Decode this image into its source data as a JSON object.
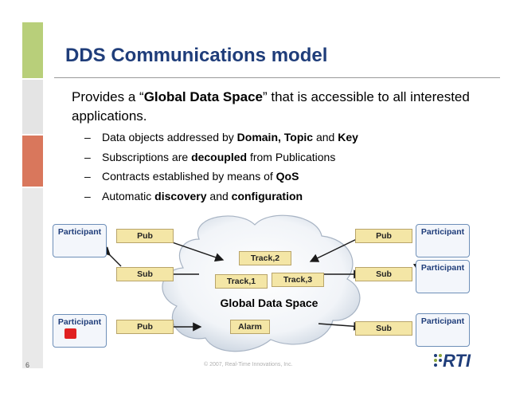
{
  "slide": {
    "title": "DDS Communications model",
    "lead_prefix": "Provides a “",
    "lead_bold": "Global Data Space",
    "lead_suffix": "” that is accessible to all interested applications.",
    "page_number": "6",
    "copyright": "© 2007, Real-Time Innovations, Inc.",
    "logo_text": "RTI"
  },
  "bullets": [
    {
      "parts": [
        {
          "text": "Data objects addressed by ",
          "bold": false
        },
        {
          "text": "Domain, Topic",
          "bold": true
        },
        {
          "text": " and ",
          "bold": false
        },
        {
          "text": "Key",
          "bold": true
        }
      ]
    },
    {
      "parts": [
        {
          "text": "Subscriptions are ",
          "bold": false
        },
        {
          "text": "decoupled",
          "bold": true
        },
        {
          "text": " from Publications",
          "bold": false
        }
      ]
    },
    {
      "parts": [
        {
          "text": "Contracts established by means of ",
          "bold": false
        },
        {
          "text": "QoS",
          "bold": true
        }
      ]
    },
    {
      "parts": [
        {
          "text": "Automatic ",
          "bold": false
        },
        {
          "text": "discovery",
          "bold": true
        },
        {
          "text": " and ",
          "bold": false
        },
        {
          "text": "configuration",
          "bold": true
        }
      ]
    }
  ],
  "bullet_dash": "–",
  "diagram": {
    "cloud_label": "Global Data Space",
    "participant_label": "Participant",
    "pub_label": "Pub",
    "sub_label": "Sub",
    "tracks": [
      "Track,2",
      "Track,1",
      "Track,3"
    ],
    "alarm_label": "Alarm"
  },
  "colors": {
    "title": "#1f3d7a",
    "strip_green": "#b8cf7a",
    "strip_gray": "#e4e4e4",
    "strip_orange": "#d9775c",
    "node_fill": "#f4e6a6",
    "alarm_marker": "#e02020"
  }
}
